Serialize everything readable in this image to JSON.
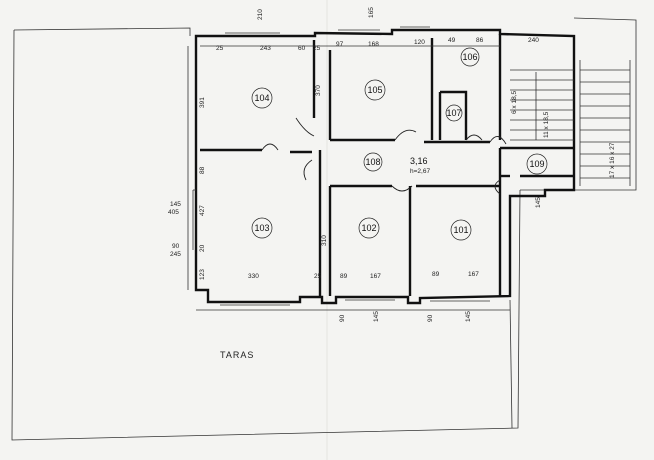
{
  "plan": {
    "terrace_label": "TARAS",
    "rooms": [
      {
        "id": "room-104",
        "label": "104"
      },
      {
        "id": "room-105",
        "label": "105"
      },
      {
        "id": "room-106",
        "label": "106"
      },
      {
        "id": "room-107",
        "label": "107"
      },
      {
        "id": "room-108",
        "label": "108"
      },
      {
        "id": "room-109",
        "label": "109"
      },
      {
        "id": "room-103",
        "label": "103"
      },
      {
        "id": "room-102",
        "label": "102"
      },
      {
        "id": "room-101",
        "label": "101"
      }
    ],
    "center_height": "3,16",
    "center_level": "h=2,67",
    "dimensions": {
      "top_25a": "25",
      "top_243": "243",
      "top_60": "60",
      "top_25b": "25",
      "top_97": "97",
      "top_168": "168",
      "top_120": "120",
      "top_49": "49",
      "top_86": "86",
      "top_240": "240",
      "top_210": "210",
      "top_165": "165",
      "left_391": "391",
      "left_88": "88",
      "left_427": "427",
      "left_20": "20",
      "left_123": "123",
      "left_145": "145",
      "left_405": "405",
      "left_90": "90",
      "left_245": "245",
      "mid_370": "370",
      "mid_310": "310",
      "bottom_330": "330",
      "bottom_25": "25",
      "bottom_89a": "89",
      "bottom_167a": "167",
      "bottom_89b": "89",
      "bottom_167b": "167",
      "bottom_90a": "90",
      "bottom_145a": "145",
      "bottom_90b": "90",
      "bottom_145b": "145",
      "stair_a": "6 x 18,5",
      "stair_b": "11 x 18,5",
      "stair_c": "17 x 16 x 27",
      "right_145": "145"
    }
  }
}
